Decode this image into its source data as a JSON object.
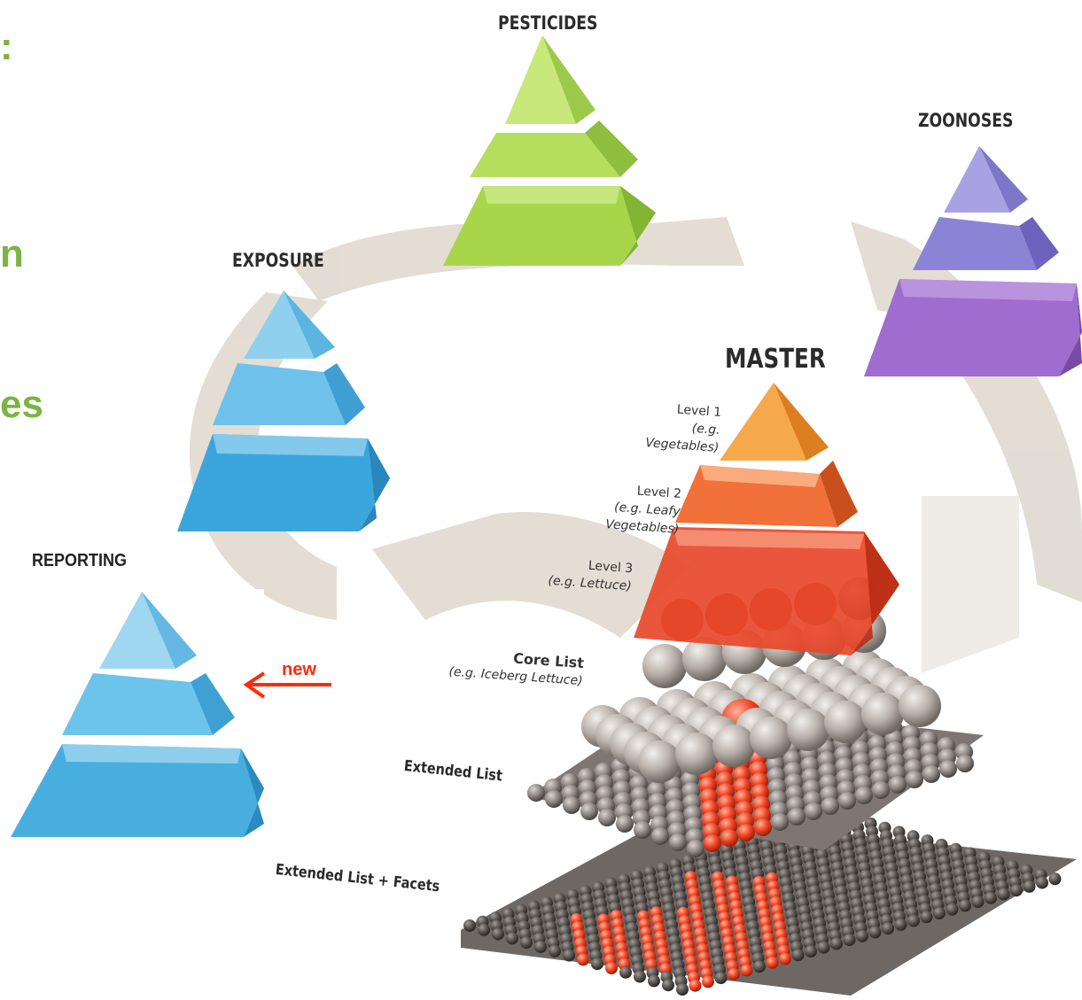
{
  "partial_text": {
    "colon": ":",
    "n": "n",
    "es": "es"
  },
  "pyramids": {
    "pesticides": "PESTICIDES",
    "zoonoses": "ZOONOSES",
    "exposure": "EXPOSURE",
    "master": "MASTER",
    "reporting": "REPORTING"
  },
  "levels": [
    {
      "name": "Level 1",
      "example": "(e.g. Vegetables)"
    },
    {
      "name": "Level 2",
      "example": "(e.g. Leafy Vegetables)"
    },
    {
      "name": "Level 3",
      "example": "(e.g. Lettuce)"
    }
  ],
  "lists": {
    "core": "Core List",
    "core_example": "(e.g. Iceberg Lettuce)",
    "extended": "Extended List",
    "extended_facets": "Extended List + Facets"
  },
  "annotation": {
    "new": "new"
  },
  "colors": {
    "green_text": "#7cb342",
    "pesticides": "#a7d64a",
    "zoonoses": "#8e6cc7",
    "exposure": "#3ba6dc",
    "master_top": "#f6a94a",
    "master_mid": "#f2703a",
    "master_bottom": "#e8482a",
    "ball_grey": "#8f8884",
    "ball_red": "#f04424",
    "arrow": "#ff2a0a"
  }
}
